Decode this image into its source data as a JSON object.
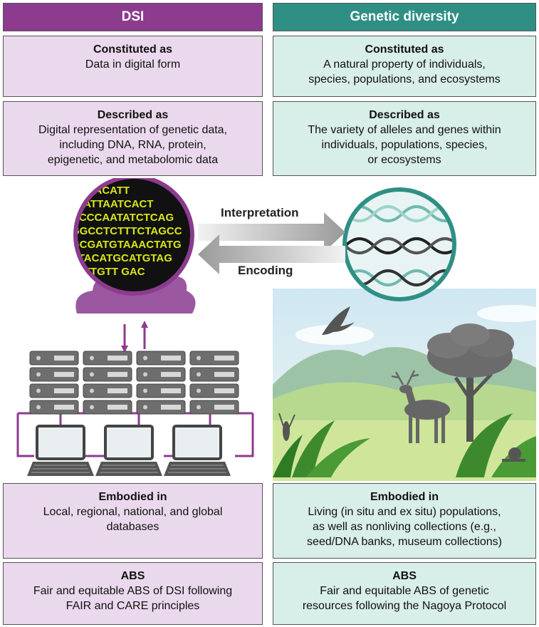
{
  "headers": {
    "dsi": "DSI",
    "genetic": "Genetic diversity"
  },
  "dsi": {
    "constituted": {
      "title": "Constituted as",
      "text": "Data in digital form"
    },
    "described": {
      "title": "Described as",
      "text": "Digital representation of genetic data,\nincluding DNA, RNA, protein,\nepigenetic, and metabolomic data"
    },
    "embodied": {
      "title": "Embodied in",
      "text": "Local, regional, national, and global\ndatabases"
    },
    "abs": {
      "title": "ABS",
      "text": "Fair and equitable ABS of DSI following\nFAIR and CARE principles"
    }
  },
  "genetic": {
    "constituted": {
      "title": "Constituted as",
      "text": "A natural property of individuals,\nspecies, populations, and ecosystems"
    },
    "described": {
      "title": "Described as",
      "text": "The variety of alleles and genes within\nindividuals, populations, species,\nor ecosystems"
    },
    "embodied": {
      "title": "Embodied in",
      "text": "Living (in situ and ex situ) populations,\nas well as nonliving collections (e.g.,\nseed/DNA banks, museum collections)"
    },
    "abs": {
      "title": "ABS",
      "text": "Fair and equitable ABS of genetic\nresources following the Nagoya Protocol"
    }
  },
  "arrows": {
    "interpretation": "Interpretation",
    "encoding": "Encoding"
  },
  "sequence_lines": [
    "CCAACATT",
    "TTATTAATCACT",
    "ACCCAATATCTCAG",
    "GGCCTCTTTCTAGCC",
    "GCGATGTAAACTATG",
    "ATACATGCATGTAG",
    "TATTGTT  GAC"
  ],
  "colors": {
    "dsi_purple": "#8c3b8f",
    "genetic_teal": "#2f8f85",
    "sequence_yellow": "#d7e619"
  },
  "icons": [
    "sequence-circle-icon",
    "cloud-icon",
    "server-rack-icon",
    "laptop-icon",
    "dna-helix-icon",
    "eagle-icon",
    "deer-icon",
    "tree-icon",
    "fern-icon",
    "snail-icon",
    "grasshopper-icon"
  ]
}
